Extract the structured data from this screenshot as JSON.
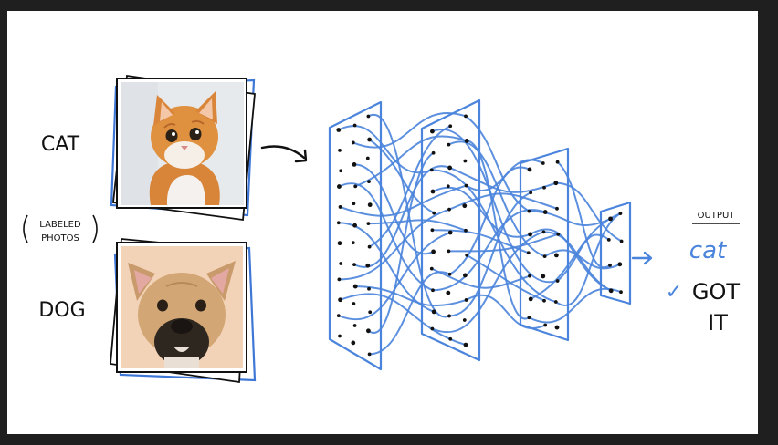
{
  "labels": {
    "cat": "CAT",
    "labeled_photos_line1": "LABELED",
    "labeled_photos_line2": "PHOTOS",
    "dog": "DOG"
  },
  "output": {
    "heading": "OUTPUT",
    "prediction": "cat",
    "check_mark": "✓",
    "verdict_line1": "GOT",
    "verdict_line2": "IT"
  },
  "photos": [
    {
      "subject": "orange tabby kitten looking up",
      "background": "#e6e9ec"
    },
    {
      "subject": "fawn french bulldog face",
      "background": "#f3d2b5"
    }
  ],
  "colors": {
    "ink": "#111111",
    "accent_blue": "#4a84dc",
    "panel_background": "#ffffff",
    "outer_frame": "#1f1f1f"
  }
}
